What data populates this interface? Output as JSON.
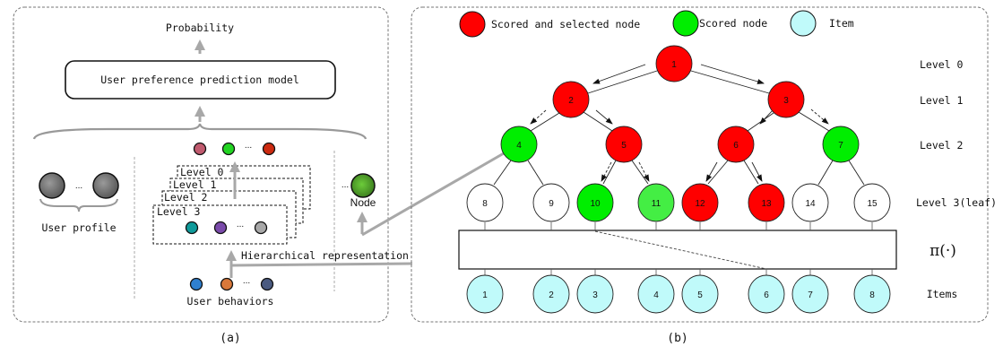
{
  "panel_a": {
    "caption": "(a)",
    "output_label": "Probability",
    "model_label": "User preference prediction model",
    "user_profile_label": "User profile",
    "user_behaviors_label": "User behaviors",
    "hierarchical_label": "Hierarchical representation",
    "node_label": "Node",
    "ellipsis": "...",
    "level_cards": [
      "Level 0",
      "Level 1",
      "Level 2",
      "Level 3"
    ],
    "top_dots_colors": [
      "#c05a6e",
      "#22d422",
      "#cc2a10"
    ],
    "level3_dots_colors": [
      "#0f9a9a",
      "#7a4aaa",
      "#a8a8a8"
    ],
    "behavior_dots_colors": [
      "#2f80d0",
      "#d8783a",
      "#4a5a80"
    ],
    "profile_dot_color": "#777777",
    "node_dot_color": "#4a9a2a"
  },
  "panel_b": {
    "caption": "(b)",
    "legend": [
      {
        "label": "Scored and selected node",
        "color": "#ff0000"
      },
      {
        "label": "Scored node",
        "color": "#00ee00"
      },
      {
        "label": "Item",
        "color": "#c0fafa"
      }
    ],
    "level_labels": [
      "Level 0",
      "Level 1",
      "Level 2",
      "Level 3(leaf)"
    ],
    "mapping_label": "π(·)",
    "items_label": "Items",
    "tree_nodes": [
      {
        "id": "1",
        "level": 0,
        "state": "selected"
      },
      {
        "id": "2",
        "level": 1,
        "state": "selected"
      },
      {
        "id": "3",
        "level": 1,
        "state": "selected"
      },
      {
        "id": "4",
        "level": 2,
        "state": "scored"
      },
      {
        "id": "5",
        "level": 2,
        "state": "selected"
      },
      {
        "id": "6",
        "level": 2,
        "state": "selected"
      },
      {
        "id": "7",
        "level": 2,
        "state": "scored"
      },
      {
        "id": "8",
        "level": 3,
        "state": "none"
      },
      {
        "id": "9",
        "level": 3,
        "state": "none"
      },
      {
        "id": "10",
        "level": 3,
        "state": "scored"
      },
      {
        "id": "11",
        "level": 3,
        "state": "scored"
      },
      {
        "id": "12",
        "level": 3,
        "state": "selected"
      },
      {
        "id": "13",
        "level": 3,
        "state": "selected"
      },
      {
        "id": "14",
        "level": 3,
        "state": "none"
      },
      {
        "id": "15",
        "level": 3,
        "state": "none"
      }
    ],
    "items": [
      "1",
      "2",
      "3",
      "4",
      "5",
      "6",
      "7",
      "8"
    ],
    "state_colors": {
      "selected": "#ff0000",
      "scored": "#00ee00",
      "scored_light": "#44ee44",
      "none": "#ffffff",
      "item": "#c0fafa"
    }
  }
}
